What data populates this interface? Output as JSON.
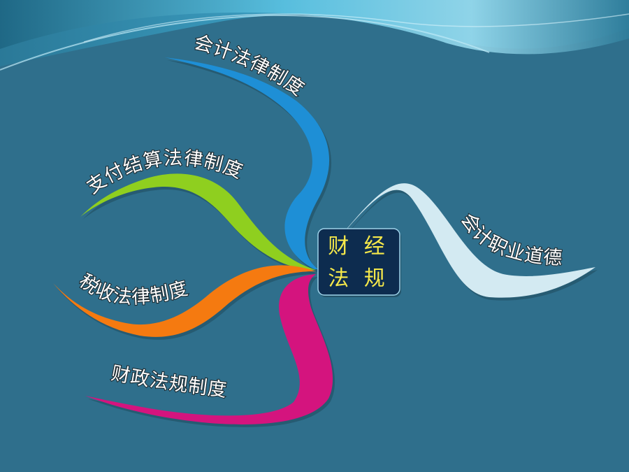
{
  "slide": {
    "background_color": "#2f6f8c",
    "header_wave_colors": [
      "#4fb7d9",
      "#8fd6ee",
      "#1f5f7a"
    ]
  },
  "center": {
    "line1": "财 经",
    "line2": "法 规",
    "box_color": "#0d2c4f",
    "text_color": "#f5e84a"
  },
  "branches": [
    {
      "id": "accounting-law",
      "label": "会计法律制度",
      "color": "#1e8fd6"
    },
    {
      "id": "payment-settlement-law",
      "label": "支付结算法律制度",
      "color": "#8fcf1f"
    },
    {
      "id": "tax-law",
      "label": "税收法律制度",
      "color": "#f57a10"
    },
    {
      "id": "fiscal-regulation",
      "label": "财政法规制度",
      "color": "#d4147e"
    },
    {
      "id": "professional-ethics",
      "label": "会计职业道德",
      "color": "#cfe8f0"
    }
  ]
}
